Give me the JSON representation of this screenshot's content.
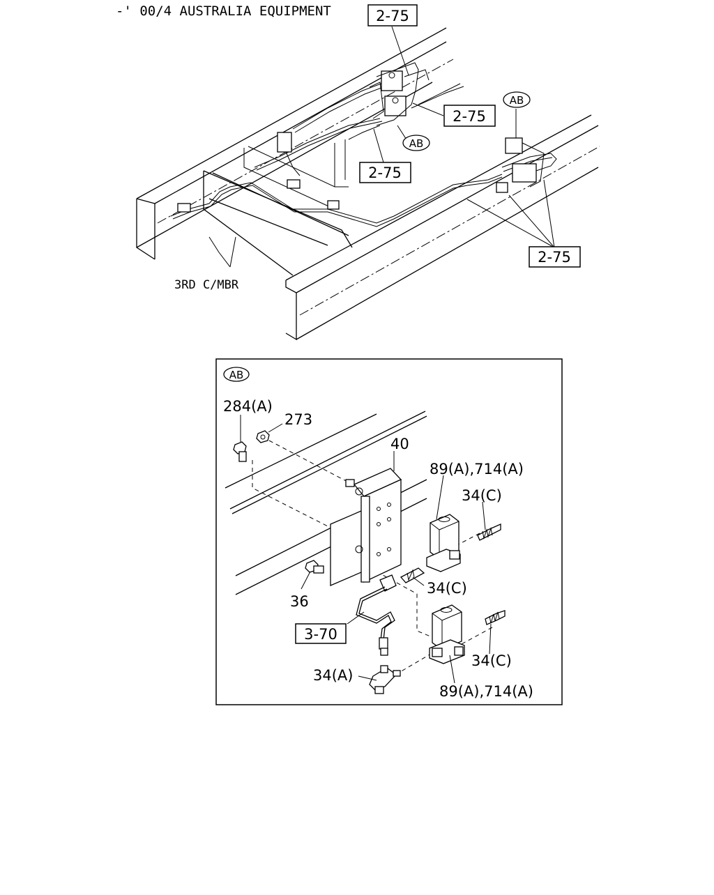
{
  "header": {
    "title": "-' 00/4 AUSTRALIA EQUIPMENT"
  },
  "overview": {
    "refs": {
      "top": "2-75",
      "right_mid": "2-75",
      "center": "2-75",
      "lower_right": "2-75"
    },
    "callouts": {
      "ab_center": "AB",
      "ab_right": "AB"
    },
    "member_label": "3RD C/MBR"
  },
  "detail": {
    "panel_id": "AB",
    "labels": {
      "bolt_284a": "284(A)",
      "nut_273": "273",
      "bracket_40": "40",
      "valve_upper": "89(A),714(A)",
      "fitting_34c_upper": "34(C)",
      "fitting_34c_mid": "34(C)",
      "bolt_36": "36",
      "ref_3_70": "3-70",
      "fitting_34c_lower": "34(C)",
      "fitting_34a": "34(A)",
      "valve_lower": "89(A),714(A)"
    }
  }
}
